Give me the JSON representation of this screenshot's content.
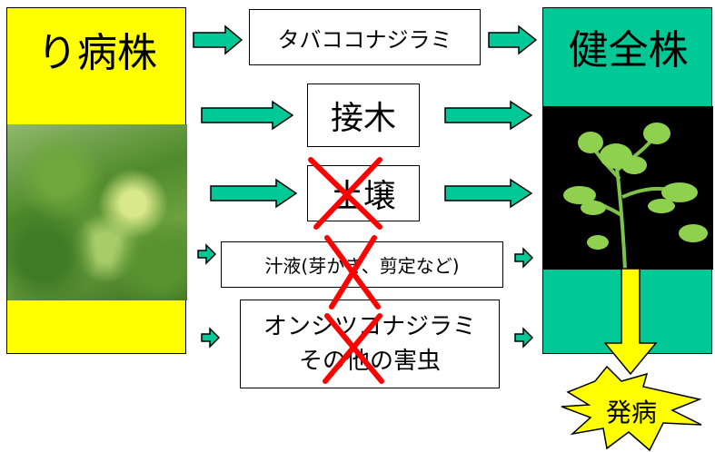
{
  "left_panel": {
    "title": "り病株"
  },
  "right_panel": {
    "title": "健全株"
  },
  "routes": {
    "whitefly": "タバココナジラミ",
    "graft": "接木",
    "soil": "土壌",
    "sap": "汁液(芽かき、剪定など)",
    "greenhouse_line1": "オンシツコナジラミ",
    "greenhouse_line2": "その他の害虫"
  },
  "outcome": {
    "label": "発病"
  },
  "colors": {
    "infected": "#ffff00",
    "healthy": "#00c896",
    "arrow_fill": "#00c896",
    "cross": "#ff0000",
    "burst": "#ffff00",
    "down_arrow": "#ffff00"
  }
}
